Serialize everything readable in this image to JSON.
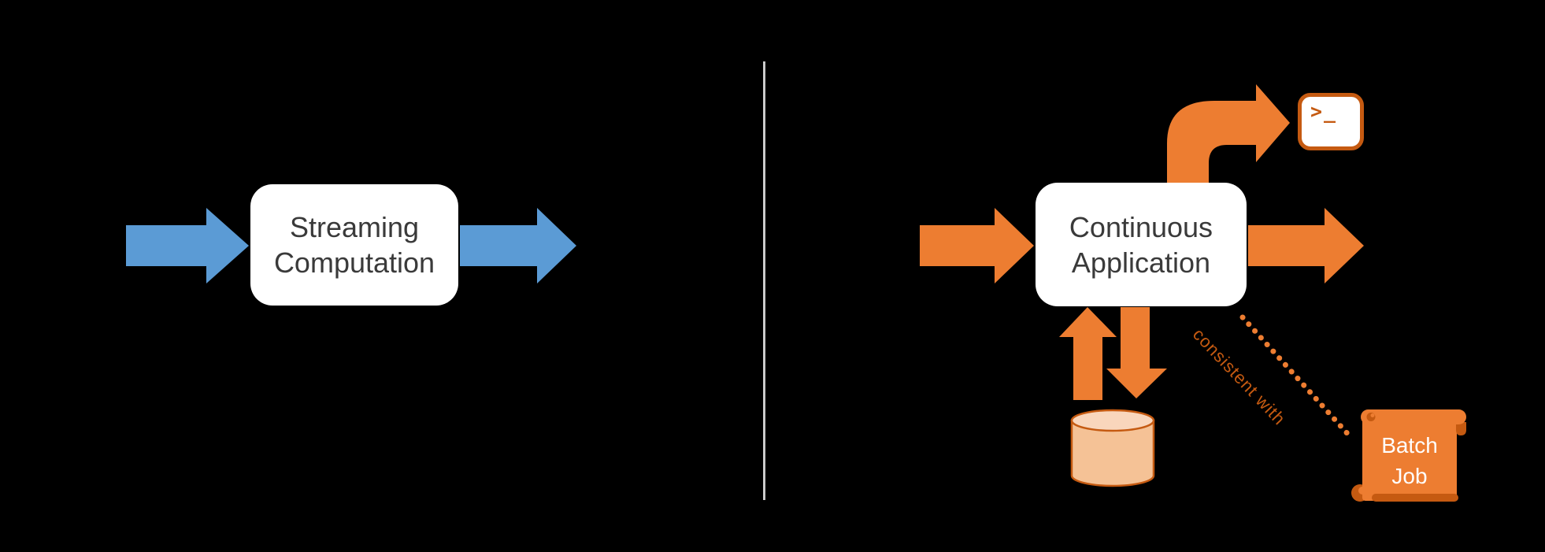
{
  "title": "Streaming Computation vs Continuous Application diagram",
  "colors": {
    "background": "#000000",
    "blue": "#5B9BD5",
    "orange": "#ED7D31",
    "orange_dark": "#C55A11",
    "cylinder_fill": "#F5C296",
    "cylinder_top_fill": "#F9D6BC",
    "box_fill": "#FFFFFF",
    "box_text": "#3A3A3A",
    "divider": "#CBCBCB",
    "scroll_text": "#FFFFFF"
  },
  "left_panel": {
    "box_label": "Streaming\nComputation"
  },
  "right_panel": {
    "box_label": "Continuous\nApplication",
    "consistency_label": "consistent with",
    "terminal_glyph": ">_",
    "scroll_label": "Batch\nJob"
  }
}
